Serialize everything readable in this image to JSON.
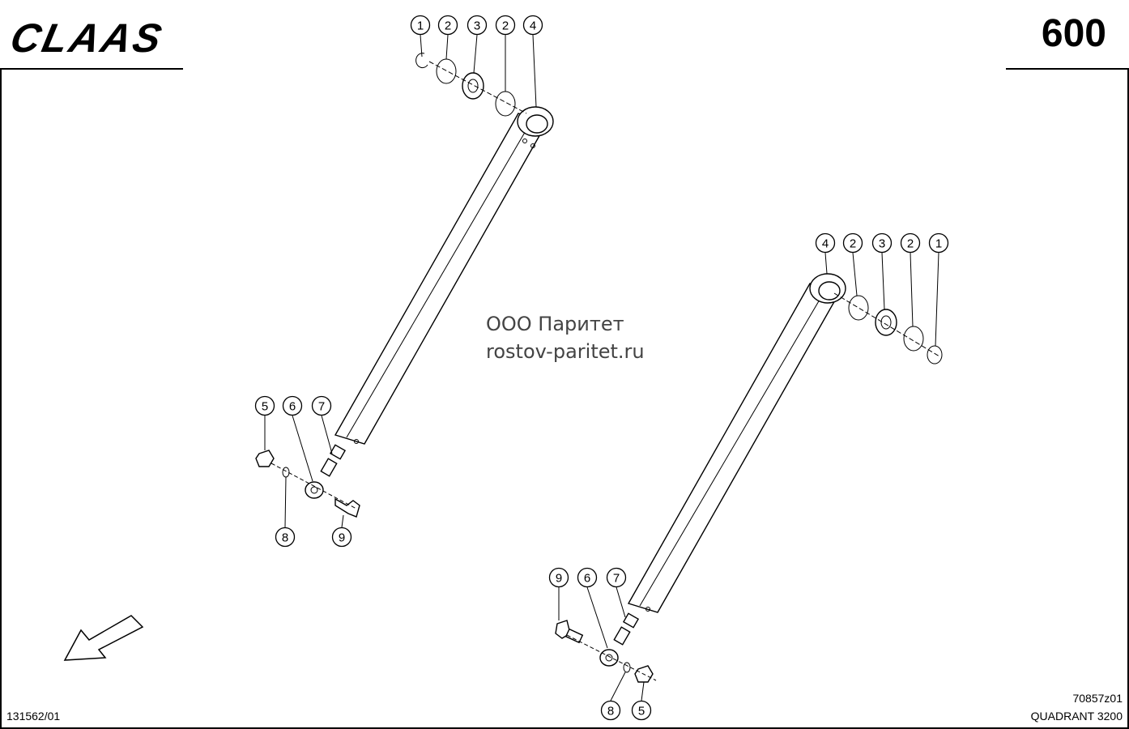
{
  "header": {
    "brand": "CLAAS",
    "page_number": "600"
  },
  "watermark": {
    "company": "ООО Паритет",
    "site": "rostov-paritet.ru"
  },
  "footer": {
    "drawing_ref": "131562/01",
    "figure_code": "70857z01",
    "model": "QUADRANT 3200"
  },
  "callouts": {
    "top_left_assembly": [
      "1",
      "2",
      "3",
      "2",
      "4"
    ],
    "lower_left_assembly": [
      "5",
      "6",
      "7",
      "8",
      "9"
    ],
    "top_right_assembly": [
      "4",
      "2",
      "3",
      "2",
      "1"
    ],
    "lower_right_assembly": [
      "9",
      "6",
      "7",
      "8",
      "5"
    ]
  },
  "icons": {
    "direction": "arrow-icon"
  }
}
